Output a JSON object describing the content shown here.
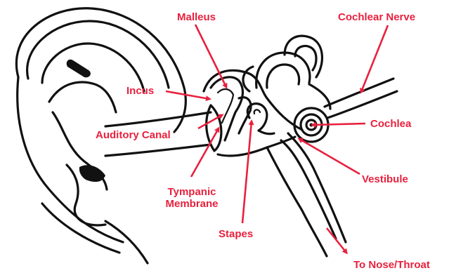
{
  "colors": {
    "label": "#e8213e",
    "ink": "#111111",
    "background": "#ffffff"
  },
  "labels": {
    "malleus": "Malleus",
    "cochlear_nerve": "Cochlear Nerve",
    "incus": "Incus",
    "cochlea": "Cochlea",
    "auditory_canal": "Auditory Canal",
    "vestibule": "Vestibule",
    "tympanic_line1": "Tympanic",
    "tympanic_line2": "Membrane",
    "stapes": "Stapes",
    "to_nose_throat": "To Nose/Throat"
  }
}
